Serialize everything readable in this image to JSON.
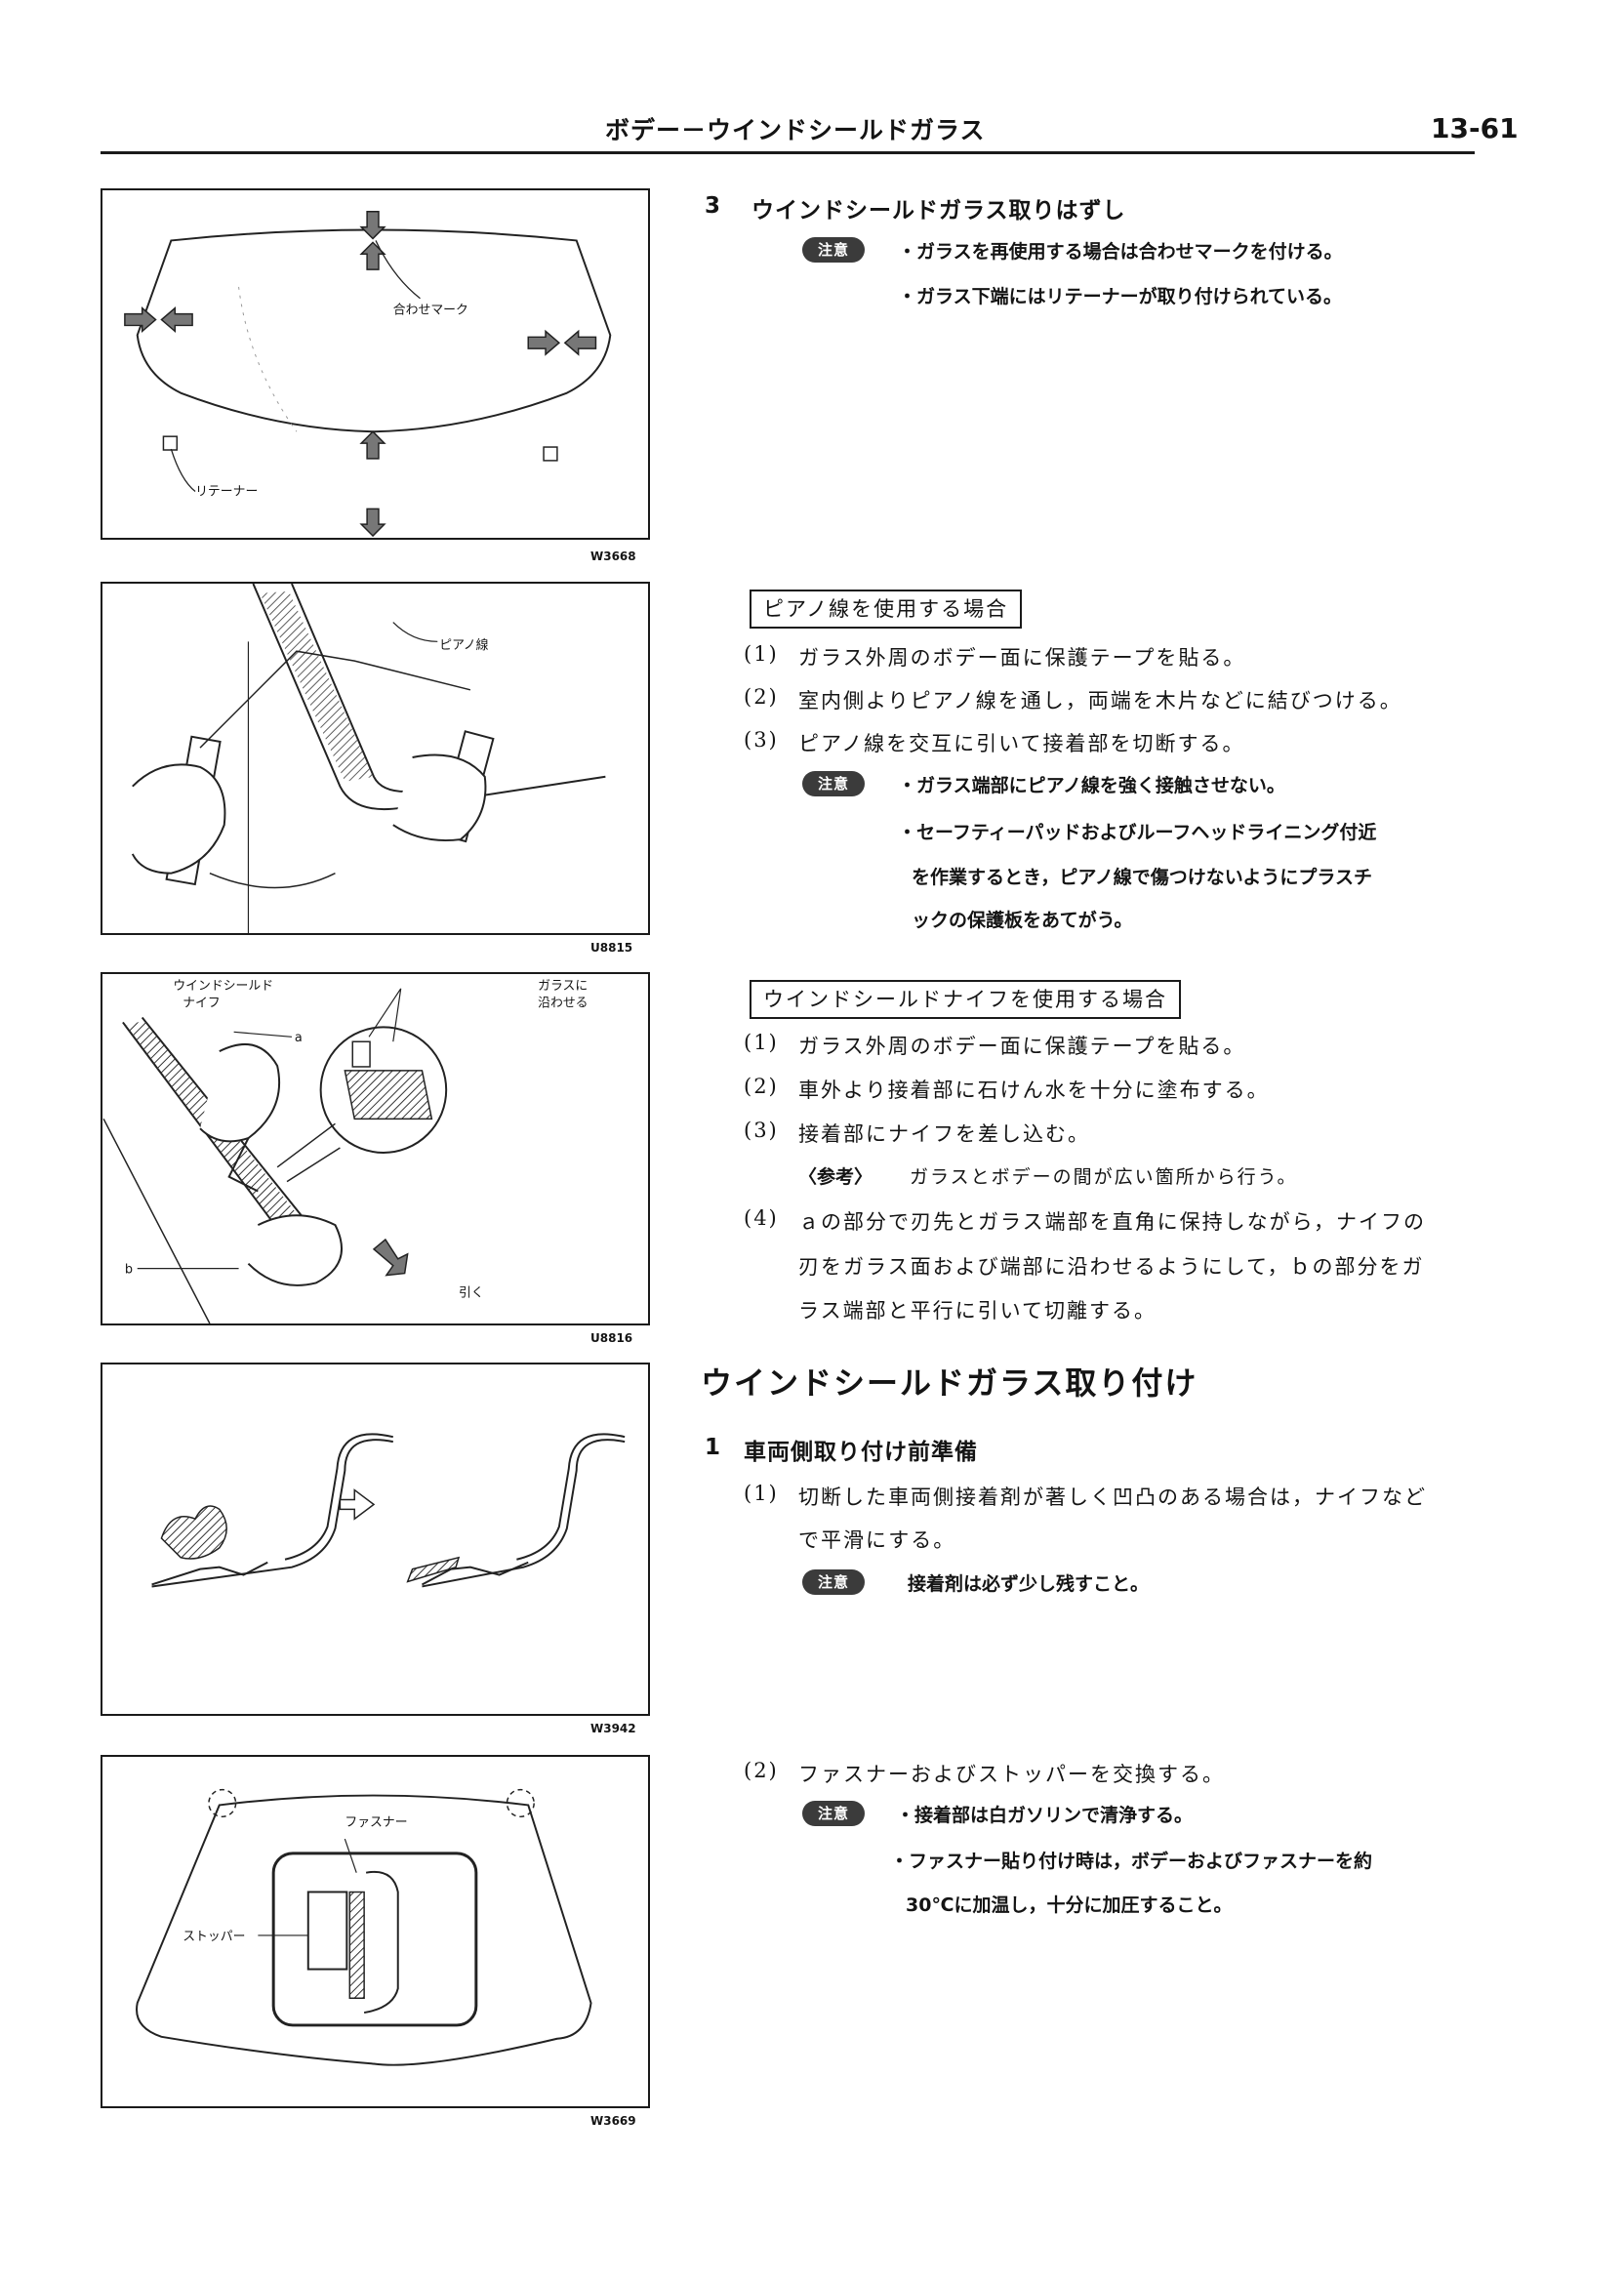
{
  "header": {
    "title": "ボデー－ウインドシールドガラス",
    "page_number": "13-61"
  },
  "caution_badge": "注意",
  "figures": [
    {
      "code": "W3668",
      "labels": {
        "mark": "合わせマーク",
        "retainer": "リテーナー"
      }
    },
    {
      "code": "U8815",
      "labels": {
        "piano_wire": "ピアノ線"
      }
    },
    {
      "code": "U8816",
      "labels": {
        "knife_line1": "ウインドシールド",
        "knife_line2": "ナイフ",
        "glass_line1": "ガラスに",
        "glass_line2": "沿わせる",
        "a": "a",
        "b": "b",
        "pull": "引く"
      }
    },
    {
      "code": "W3942"
    },
    {
      "code": "W3669",
      "labels": {
        "fastener": "ファスナー",
        "stopper": "ストッパー"
      }
    }
  ],
  "removal": {
    "number": "3",
    "heading": "ウインドシールドガラス取りはずし",
    "notes": [
      "・ガラスを再使用する場合は合わせマークを付ける。",
      "・ガラス下端にはリテーナーが取り付けられている。"
    ]
  },
  "piano_wire": {
    "box_label": "ピアノ線を使用する場合",
    "steps": [
      {
        "num": "(1)",
        "text": "ガラス外周のボデー面に保護テープを貼る。"
      },
      {
        "num": "(2)",
        "text": "室内側よりピアノ線を通し，両端を木片などに結びつける。"
      },
      {
        "num": "(3)",
        "text": "ピアノ線を交互に引いて接着部を切断する。"
      }
    ],
    "notes": [
      "・ガラス端部にピアノ線を強く接触させない。",
      "・セーフティーパッドおよびルーフヘッドライニング付近",
      "を作業するとき，ピアノ線で傷つけないようにプラスチ",
      "ックの保護板をあてがう。"
    ]
  },
  "knife": {
    "box_label": "ウインドシールドナイフを使用する場合",
    "steps": [
      {
        "num": "(1)",
        "text": "ガラス外周のボデー面に保護テープを貼る。"
      },
      {
        "num": "(2)",
        "text": "車外より接着部に石けん水を十分に塗布する。"
      },
      {
        "num": "(3)",
        "text": "接着部にナイフを差し込む。"
      }
    ],
    "reference_label": "〈参考〉",
    "reference_text": "ガラスとボデーの間が広い箇所から行う。",
    "step4_num": "(4)",
    "step4_lines": [
      "ａの部分で刃先とガラス端部を直角に保持しながら，ナイフの",
      "刃をガラス面および端部に沿わせるようにして，ｂの部分をガ",
      "ラス端部と平行に引いて切離する。"
    ]
  },
  "install": {
    "title": "ウインドシールドガラス取り付け",
    "section_number": "1",
    "section_heading": "車両側取り付け前準備",
    "step1_num": "(1)",
    "step1_lines": [
      "切断した車両側接着剤が著しく凹凸のある場合は，ナイフなど",
      "で平滑にする。"
    ],
    "step1_note": "接着剤は必ず少し残すこと。",
    "step2_num": "(2)",
    "step2_text": "ファスナーおよびストッパーを交換する。",
    "step2_notes": [
      "・接着部は白ガソリンで清浄する。",
      "・ファスナー貼り付け時は，ボデーおよびファスナーを約",
      "30℃に加温し，十分に加圧すること。"
    ]
  }
}
